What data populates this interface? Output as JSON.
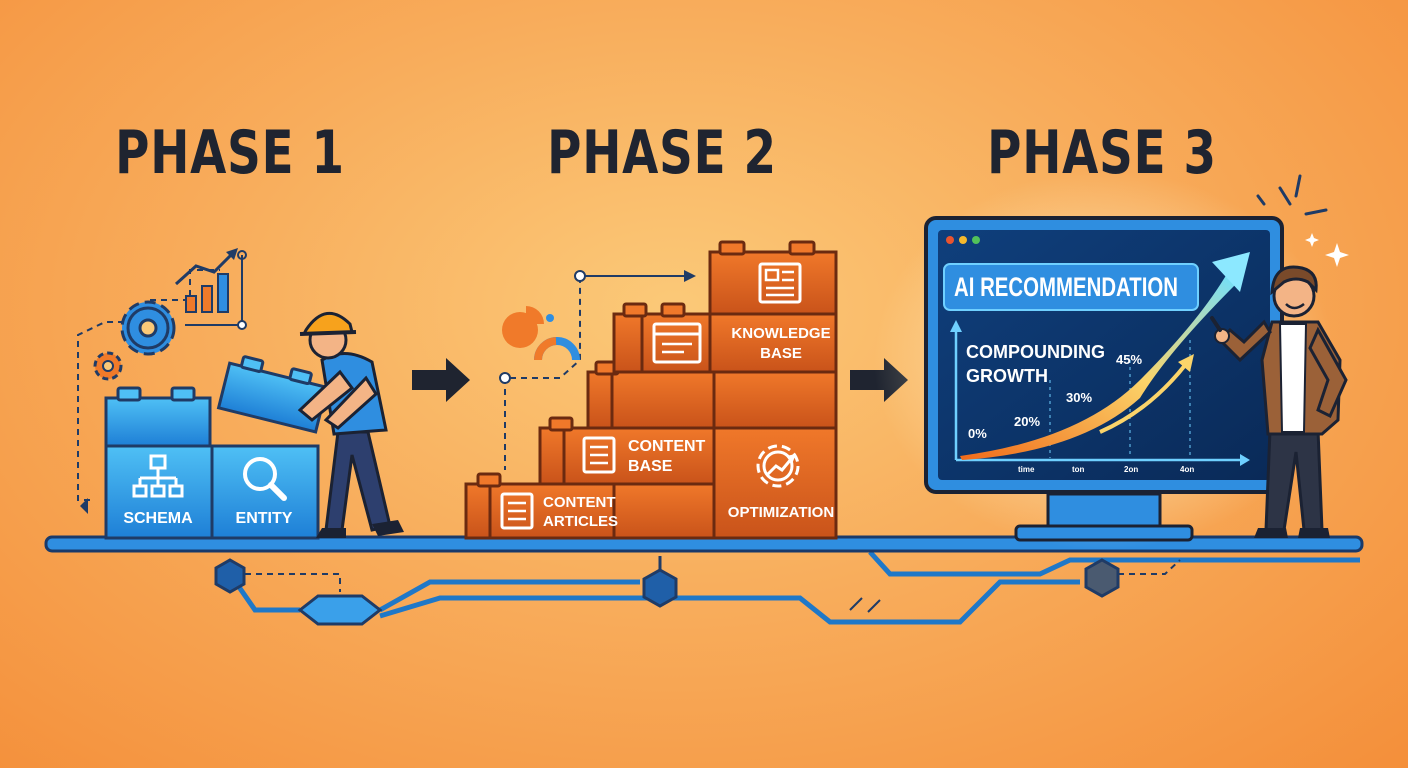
{
  "phases": [
    {
      "title": "PHASE 1"
    },
    {
      "title": "PHASE 2"
    },
    {
      "title": "PHASE 3"
    }
  ],
  "phase1": {
    "blocks": [
      {
        "label": "SCHEMA",
        "icon": "hierarchy-icon"
      },
      {
        "label": "ENTITY",
        "icon": "magnifier-icon"
      }
    ]
  },
  "phase2": {
    "blocks": [
      {
        "line1": "CONTENT",
        "line2": "ARTICLES",
        "icon": "document-icon"
      },
      {
        "line1": "CONTENT",
        "line2": "BASE",
        "icon": "document-icon"
      },
      {
        "line1": "KNOWLEDGE",
        "line2": "BASE",
        "icon": "browser-window-icon"
      },
      {
        "line1": "OPTIMIZATION",
        "line2": "",
        "icon": "gear-growth-icon"
      }
    ]
  },
  "phase3": {
    "screen_title": "AI RECOMMENDATION",
    "chart_label_1": "COMPOUNDING",
    "chart_label_2": "GROWTH",
    "percent_labels": [
      "0%",
      "20%",
      "30%",
      "45%"
    ],
    "axis_ticks": [
      "time",
      "ton",
      "2on",
      "4on"
    ]
  },
  "colors": {
    "accent_blue": "#2f8ee0",
    "brick_orange": "#e0621a",
    "dark": "#1f2430"
  }
}
